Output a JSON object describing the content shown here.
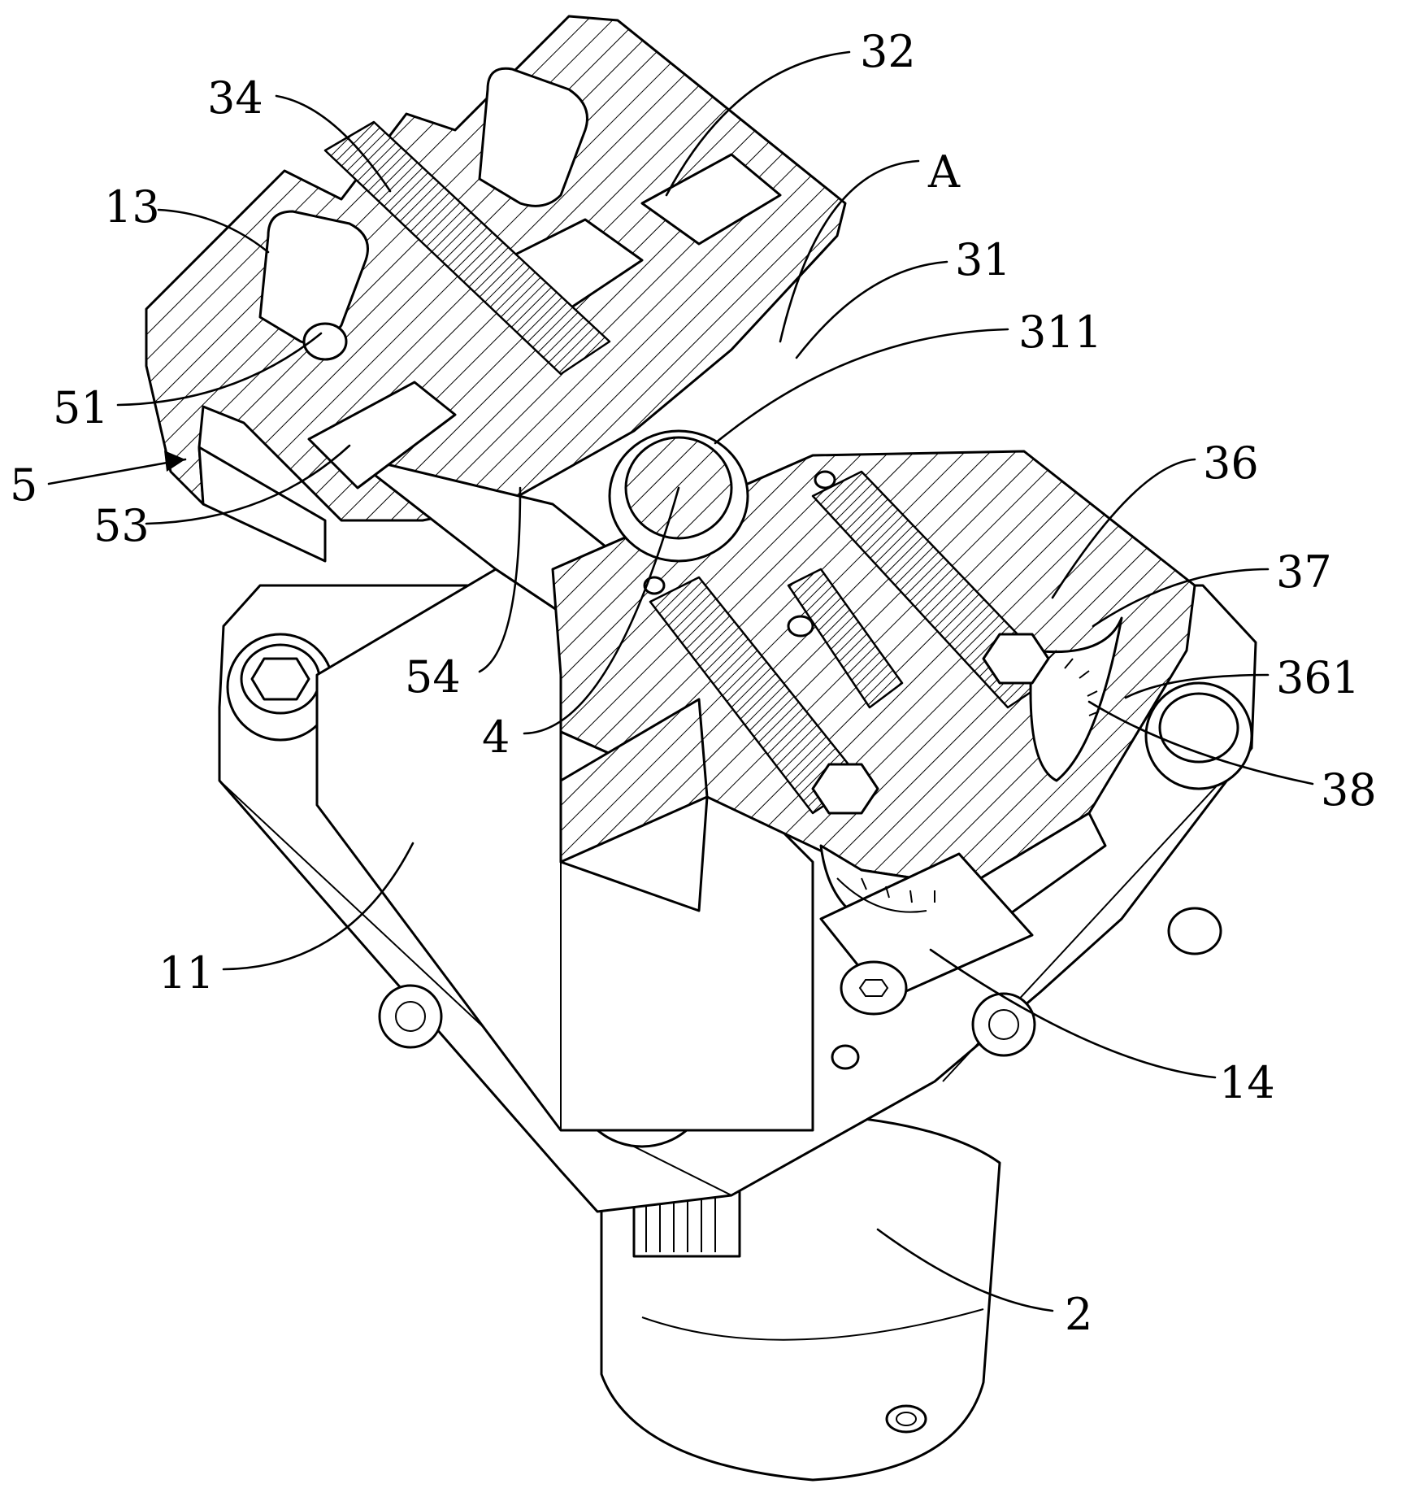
{
  "labels": {
    "l32": "32",
    "l34": "34",
    "lA": "A",
    "l13": "13",
    "l31": "31",
    "l311": "311",
    "l51": "51",
    "l5": "5",
    "l53": "53",
    "l36": "36",
    "l37": "37",
    "l361": "361",
    "l54": "54",
    "l4": "4",
    "l38": "38",
    "l11": "11",
    "l14": "14",
    "l2": "2"
  }
}
